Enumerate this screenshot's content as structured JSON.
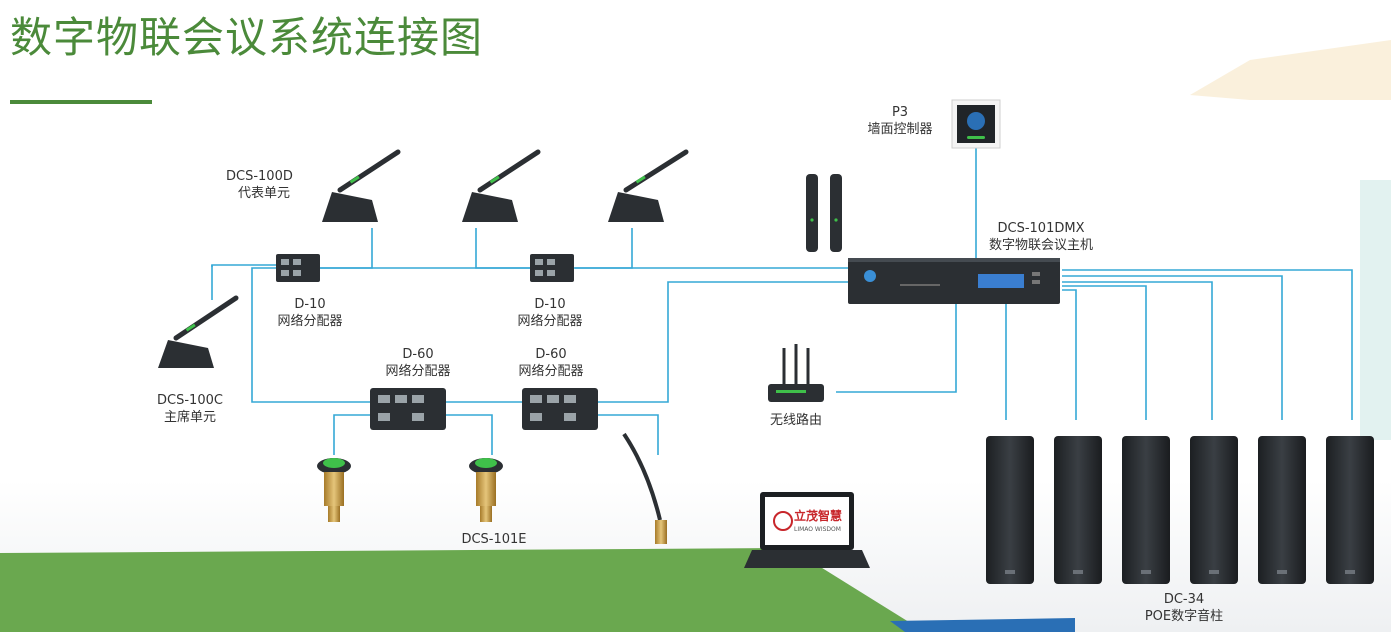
{
  "title": "数字物联会议系统连接图",
  "colors": {
    "accent": "#4b8a3a",
    "cable": "#35a8d6",
    "floor": "#6aa84f",
    "device": "#2b2f33"
  },
  "devices": {
    "dcs100d": {
      "model": "DCS-100D",
      "name": "代表单元"
    },
    "dcs100c": {
      "model": "DCS-100C",
      "name": "主席单元"
    },
    "d10_left": {
      "model": "D-10",
      "name": "网络分配器"
    },
    "d10_right": {
      "model": "D-10",
      "name": "网络分配器"
    },
    "d60_left": {
      "model": "D-60",
      "name": "网络分配器"
    },
    "d60_right": {
      "model": "D-60",
      "name": "网络分配器"
    },
    "p3": {
      "model": "P3",
      "name": "墙面控制器"
    },
    "host": {
      "model": "DCS-101DMX",
      "name": "数字物联会议主机"
    },
    "router": {
      "name": "无线路由"
    },
    "dcs101e": {
      "model": "DCS-101E"
    },
    "speakers": {
      "model": "DC-34",
      "name": "POE数字音柱"
    },
    "laptop": {
      "logo_text": "立茂智慧",
      "logo_sub": "LIMAO WISDOM"
    }
  }
}
